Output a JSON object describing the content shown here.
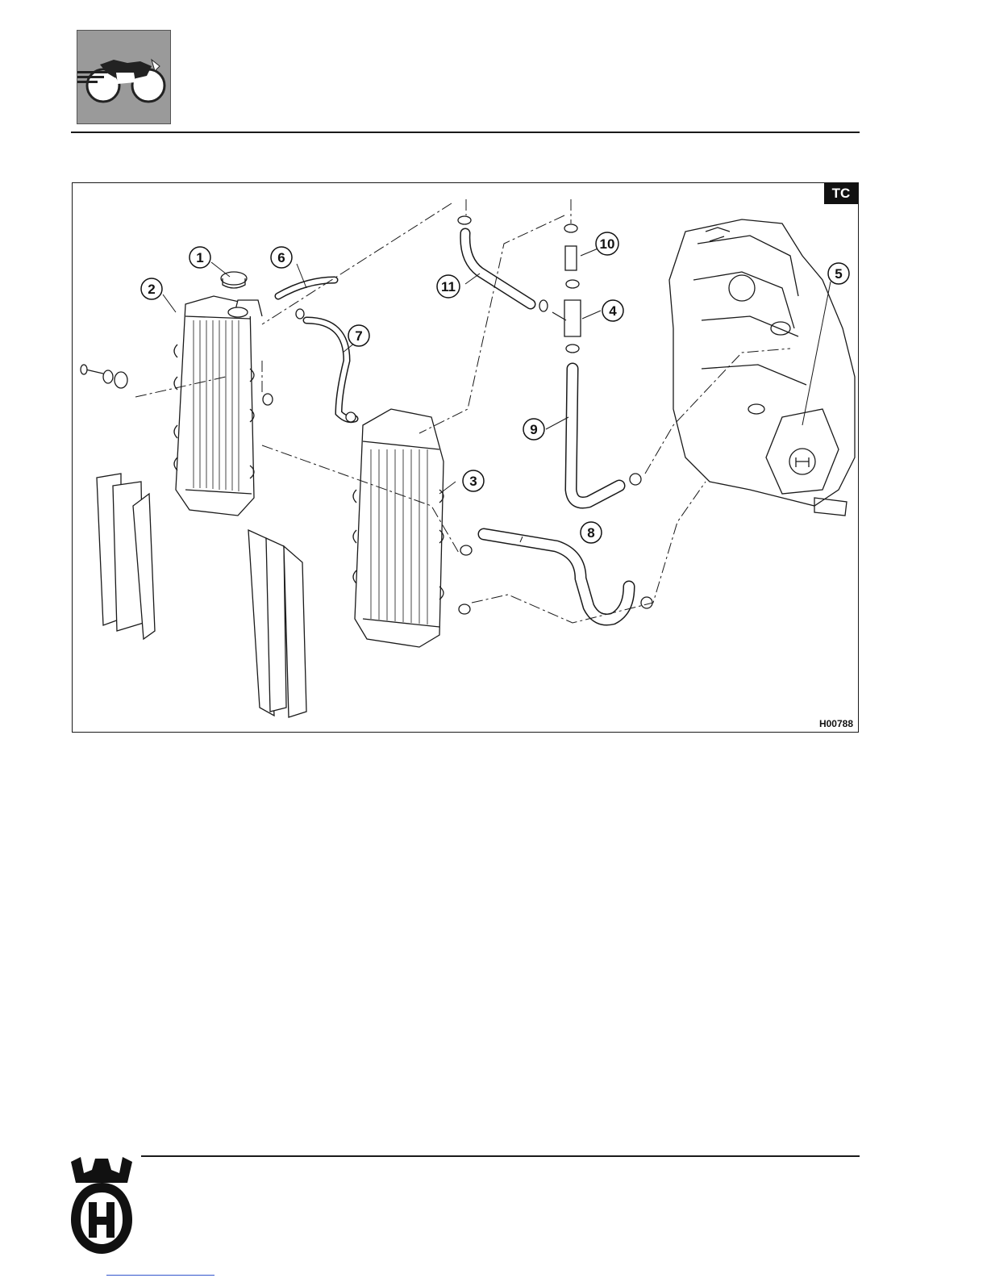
{
  "diagram": {
    "model_badge": "TC",
    "figure_code": "H00788",
    "callouts": [
      "1",
      "2",
      "3",
      "4",
      "5",
      "6",
      "7",
      "8",
      "9",
      "10",
      "11"
    ]
  },
  "colors": {
    "line": "#1a1a1a",
    "header_icon_bg": "#9a9a9a",
    "badge_bg": "#111111"
  },
  "icons": {
    "header": "motorcycle-icon",
    "footer": "husqvarna-logo-icon"
  }
}
